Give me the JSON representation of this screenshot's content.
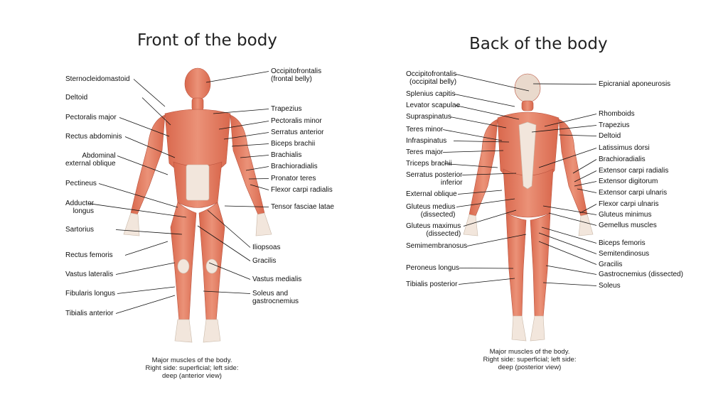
{
  "front": {
    "title": "Front of the body",
    "caption": [
      "Major muscles of the body.",
      "Right side: superficial; left side:",
      "deep (anterior view)"
    ],
    "left_labels": [
      [
        "Sternocleidomastoid"
      ],
      [
        "Deltoid"
      ],
      [
        "Pectoralis major"
      ],
      [
        "Rectus abdominis"
      ],
      [
        "Abdominal",
        "external oblique"
      ],
      [
        "Pectineus"
      ],
      [
        "Adductor",
        "longus"
      ],
      [
        "Sartorius"
      ],
      [
        "Rectus femoris"
      ],
      [
        "Vastus lateralis"
      ],
      [
        "Fibularis longus"
      ],
      [
        "Tibialis anterior"
      ]
    ],
    "right_labels": [
      [
        "Occipitofrontalis",
        "(frontal belly)"
      ],
      [
        "Trapezius"
      ],
      [
        "Pectoralis minor"
      ],
      [
        "Serratus anterior"
      ],
      [
        "Biceps brachii"
      ],
      [
        "Brachialis"
      ],
      [
        "Brachioradialis"
      ],
      [
        "Pronator teres"
      ],
      [
        "Flexor carpi radialis"
      ],
      [
        "Tensor fasciae latae"
      ],
      [
        "Iliopsoas"
      ],
      [
        "Gracilis"
      ],
      [
        "Vastus medialis"
      ],
      [
        "Soleus and",
        "gastrocnemius"
      ]
    ]
  },
  "back": {
    "title": "Back of the body",
    "caption": [
      "Major muscles of the body.",
      "Right side: superficial; left side:",
      "deep (posterior view)"
    ],
    "left_labels": [
      [
        "Occipitofrontalis",
        "(occipital belly)"
      ],
      [
        "Splenius capitis"
      ],
      [
        "Levator scapulae"
      ],
      [
        "Supraspinatus"
      ],
      [
        "Teres minor"
      ],
      [
        "Infraspinatus"
      ],
      [
        "Teres major"
      ],
      [
        "Triceps brachii"
      ],
      [
        "Serratus posterior",
        "inferior"
      ],
      [
        "External oblique"
      ],
      [
        "Gluteus medius",
        "(dissected)"
      ],
      [
        "Gluteus maximus",
        "(dissected)"
      ],
      [
        "Semimembranosus"
      ],
      [
        "Peroneus longus"
      ],
      [
        "Tibialis posterior"
      ]
    ],
    "right_labels": [
      [
        "Epicranial aponeurosis"
      ],
      [
        "Rhomboids"
      ],
      [
        "Trapezius"
      ],
      [
        "Deltoid"
      ],
      [
        "Latissimus dorsi"
      ],
      [
        "Brachioradialis"
      ],
      [
        "Extensor carpi radialis"
      ],
      [
        "Extensor digitorum"
      ],
      [
        "Extensor carpi ulnaris"
      ],
      [
        "Flexor carpi ulnaris"
      ],
      [
        "Gluteus minimus"
      ],
      [
        "Gemellus muscles"
      ],
      [
        "Biceps femoris"
      ],
      [
        "Semitendinosus"
      ],
      [
        "Gracilis"
      ],
      [
        "Gastrocnemius (dissected)"
      ],
      [
        "Soleus"
      ]
    ]
  },
  "colors": {
    "muscle": "#e07a5f",
    "muscle_dark": "#c95a44",
    "tendon": "#f2e6dc",
    "line": "#111111"
  }
}
